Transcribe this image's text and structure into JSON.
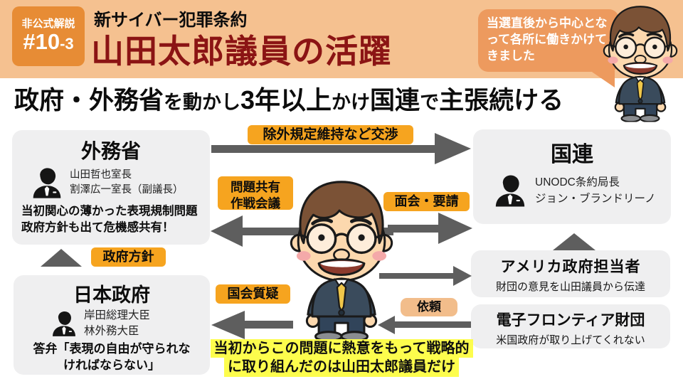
{
  "header": {
    "badge_line1": "非公式解説",
    "badge_number": "#10",
    "badge_suffix": "-3",
    "supertitle": "新サイバー犯罪条約",
    "title": "山田太郎議員の活躍",
    "speech_bubble": "当選直後から中心となって各所に働きかけてきました"
  },
  "subtitle": {
    "seg1": "政府・外務省",
    "seg2": "を動かし",
    "seg3": "3年以上",
    "seg4": "かけ",
    "seg5": "国連",
    "seg6": "で",
    "seg7": "主張続ける"
  },
  "boxes": {
    "mofa": {
      "title": "外務省",
      "people": [
        "山田哲也室長",
        "割澤広一室長（副議長）"
      ],
      "note1": "当初関心の薄かった表現規制問題",
      "note2": "政府方針も出て危機感共有！"
    },
    "un": {
      "title": "国連",
      "people": [
        "UNODC条約局長",
        "ジョン・ブランドリーノ"
      ]
    },
    "japan": {
      "title": "日本政府",
      "people": [
        "岸田総理大臣",
        "林外務大臣"
      ],
      "note1": "答弁「表現の自由が守られな",
      "note2": "ければならない」"
    },
    "us": {
      "title": "アメリカ政府担当者",
      "note": "財団の意見を山田議員から伝達"
    },
    "eff": {
      "title": "電子フロンティア財団",
      "note": "米国政府が取り上げてくれない"
    }
  },
  "arrow_labels": {
    "negotiate": "除外規定維持など交渉",
    "share_line1": "問題共有",
    "share_line2": "作戦会議",
    "meet": "面会・要請",
    "policy": "政府方針",
    "diet": "国会質疑",
    "request": "依頼"
  },
  "highlight": {
    "line1": "当初からこの問題に熱意をもって戦略的",
    "line2": "に取り組んだのは山田太郎議員だけ"
  },
  "colors": {
    "header_bg": "#f5c190",
    "badge_bg": "#e78c35",
    "title_red": "#8b1414",
    "bubble_bg": "#ed9a5e",
    "pill_orange": "#f6a41f",
    "pill_light_orange": "#f2bd8b",
    "box_gray": "#efeff0",
    "arrow_gray": "#5e5e5e",
    "highlight_yellow": "#fdfd4d"
  }
}
